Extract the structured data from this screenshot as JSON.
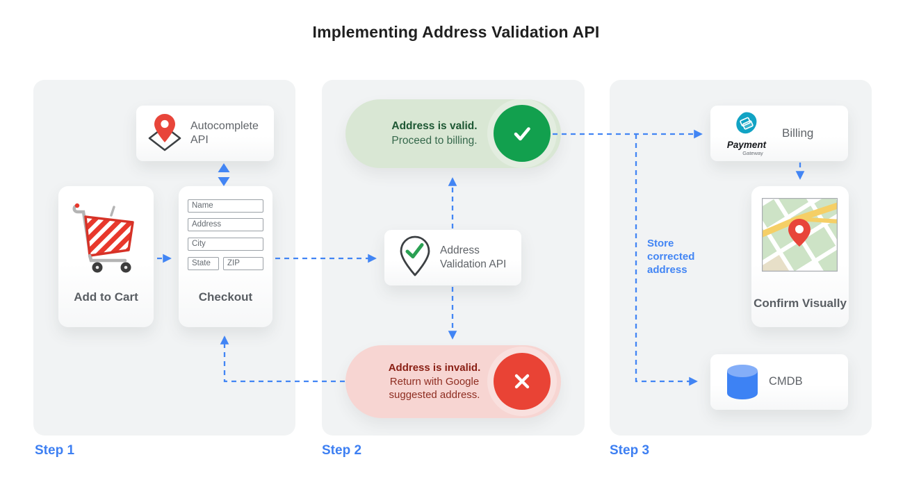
{
  "title": "Implementing Address Validation API",
  "colors": {
    "accent_blue": "#4285f4",
    "success_green": "#12a04e",
    "error_red": "#e94335",
    "valid_pill_bg": "#d9e7d4",
    "invalid_pill_bg": "#f7d5d2",
    "panel_bg": "#f1f3f4"
  },
  "step1": {
    "label": "Step 1",
    "autocomplete_api": {
      "label": "Autocomplete API",
      "icon": "map-pin-diamond-icon"
    },
    "add_to_cart": {
      "label": "Add to Cart",
      "icon": "shopping-cart-icon"
    },
    "checkout": {
      "label": "Checkout",
      "fields": {
        "name": "Name",
        "address": "Address",
        "city": "City",
        "state": "State",
        "zip": "ZIP"
      }
    }
  },
  "step2": {
    "label": "Step 2",
    "valid_result": {
      "title": "Address is valid.",
      "subtitle": "Proceed to billing.",
      "icon": "check-icon"
    },
    "validation_api": {
      "label": "Address Validation API",
      "icon": "map-pin-check-icon"
    },
    "invalid_result": {
      "title": "Address is invalid.",
      "subtitle": "Return with Google suggested address.",
      "icon": "x-icon"
    }
  },
  "step3": {
    "label": "Step 3",
    "billing": {
      "label": "Billing",
      "logo_primary": "Payment",
      "logo_secondary": "Gateway",
      "icon": "payment-gateway-logo"
    },
    "confirm_visually": {
      "label": "Confirm Visually",
      "icon": "map-thumbnail"
    },
    "cmdb": {
      "label": "CMDB",
      "icon": "database-icon"
    },
    "annotation": "Store corrected address"
  }
}
